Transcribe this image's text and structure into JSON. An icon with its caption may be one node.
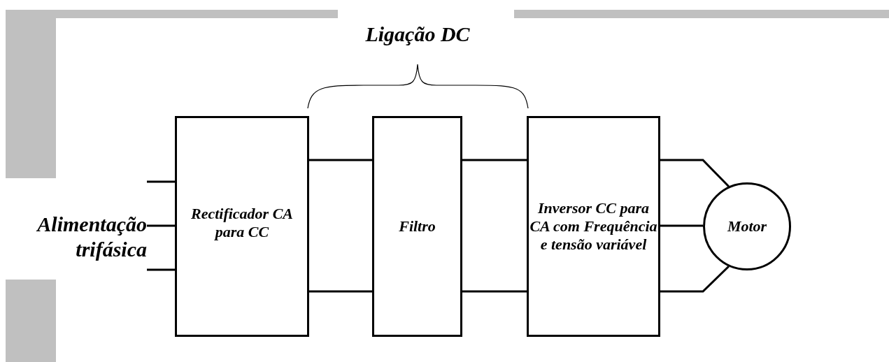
{
  "diagram": {
    "nodes": [
      {
        "text": [
          "Alimentação trifásica"
        ]
      },
      {
        "text": [
          "Rectificador CA para CC"
        ]
      },
      {
        "text": [
          "Filtro"
        ]
      },
      {
        "text": [
          "Inversor CC para CA com Frequência e tensão variável"
        ]
      },
      {
        "text": [
          "Motor"
        ]
      }
    ],
    "edges": [
      {
        "from": 0,
        "to": 1,
        "arrow": "none"
      },
      {
        "from": 0,
        "to": 1,
        "arrow": "none"
      },
      {
        "from": 0,
        "to": 1,
        "arrow": "none"
      },
      {
        "from": 1,
        "to": 2,
        "arrow": "none"
      },
      {
        "from": 1,
        "to": 2,
        "arrow": "none"
      },
      {
        "from": 2,
        "to": 3,
        "arrow": "none"
      },
      {
        "from": 2,
        "to": 3,
        "arrow": "none"
      },
      {
        "from": 3,
        "to": 4,
        "arrow": "none"
      },
      {
        "from": 3,
        "to": 4,
        "arrow": "none"
      },
      {
        "from": 3,
        "to": 4,
        "arrow": "none"
      }
    ],
    "labels": [
      "Ligação DC"
    ]
  }
}
